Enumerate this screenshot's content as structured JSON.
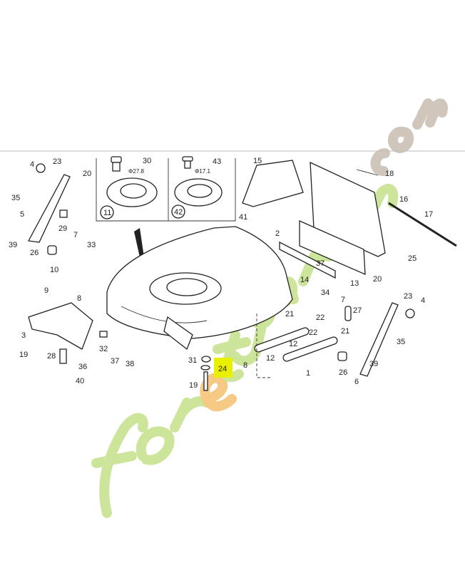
{
  "diagram": {
    "callouts": [
      "4",
      "23",
      "20",
      "35",
      "5",
      "29",
      "7",
      "33",
      "39",
      "26",
      "30",
      "43",
      "15",
      "18",
      "16",
      "17",
      "41",
      "2",
      "25",
      "37",
      "14",
      "13",
      "20",
      "10",
      "9",
      "8",
      "3",
      "19",
      "28",
      "36",
      "40",
      "32",
      "37",
      "38",
      "31",
      "24",
      "19",
      "34",
      "7",
      "27",
      "21",
      "22",
      "22",
      "21",
      "12",
      "12",
      "1",
      "8",
      "26",
      "39",
      "6",
      "23",
      "4",
      "35"
    ],
    "inset_labels": [
      "11",
      "42"
    ],
    "dimensions": [
      "Φ27.8",
      "Φ17.1"
    ],
    "highlighted_part": "24",
    "highlight_color": "#e8f000"
  },
  "watermark": {
    "text": "foretgarden.com",
    "colors": [
      "#c5e08a",
      "#f5c070",
      "#c8bdb0"
    ]
  }
}
